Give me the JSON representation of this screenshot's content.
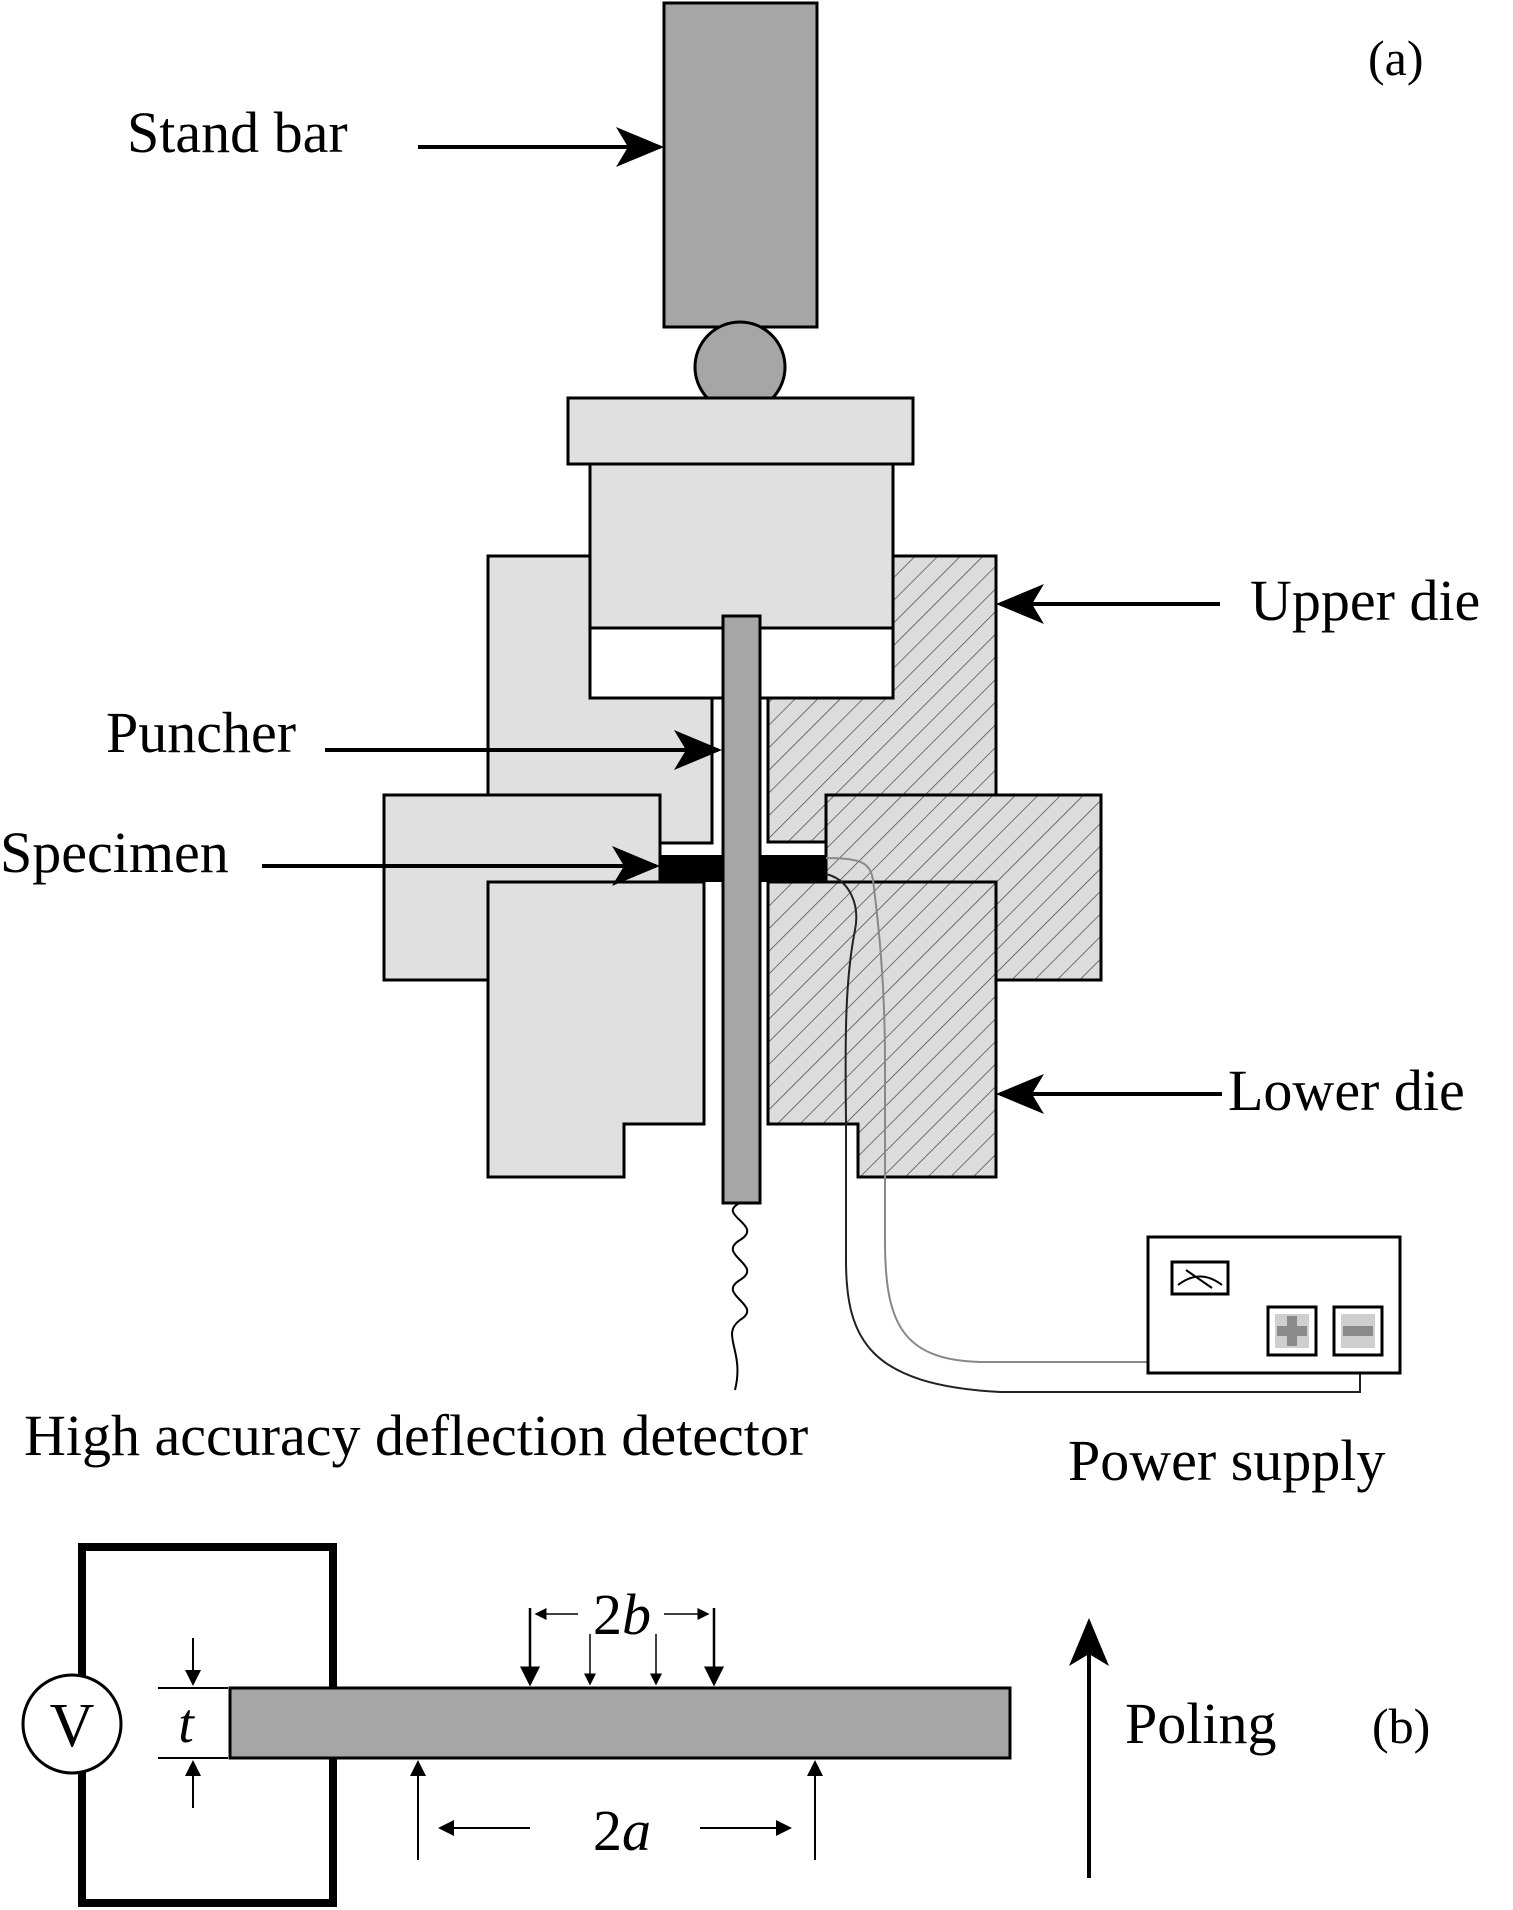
{
  "panel_a": {
    "panel_label": "(a)",
    "labels": {
      "stand_bar": "Stand bar",
      "upper_die": "Upper die",
      "puncher": "Puncher",
      "specimen": "Specimen",
      "lower_die": "Lower die",
      "detector": "High accuracy deflection detector",
      "power_supply": "Power supply"
    }
  },
  "panel_b": {
    "panel_label": "(b)",
    "labels": {
      "dim_2b": "2b",
      "dim_2a": "2a",
      "dim_t": "t",
      "poling": "Poling",
      "voltmeter": "V"
    }
  },
  "colors": {
    "dark_gray": "#a6a6a6",
    "light_gray": "#e0e0e0",
    "hatch_fill": "#d8d8d8",
    "specimen": "#000000"
  }
}
